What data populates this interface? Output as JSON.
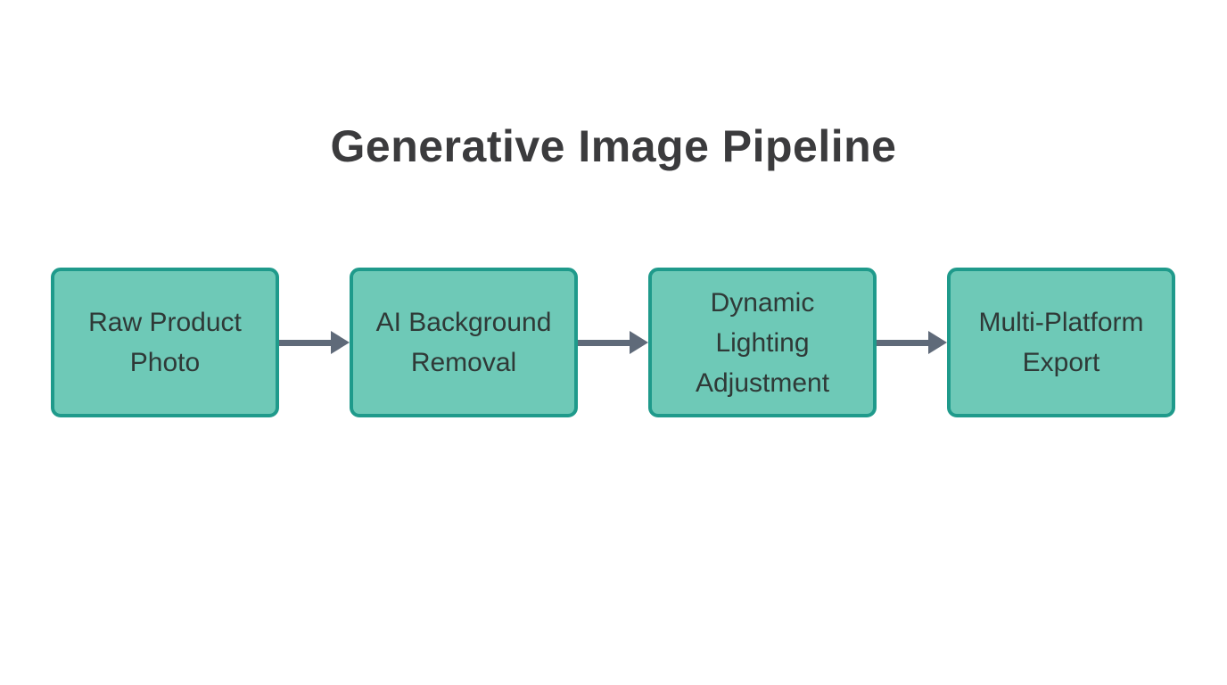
{
  "theme": {
    "bg": "#ffffff",
    "box_fill": "#6ec9b7",
    "box_border": "#1f9a8b",
    "box_text": "#2f3937",
    "arrow": "#5f6a79",
    "title": "#3b3b3d"
  },
  "title": {
    "text": "Generative Image Pipeline"
  },
  "diagram": {
    "type": "flowchart",
    "direction": "left-to-right",
    "nodes": [
      {
        "id": "raw-product-photo",
        "label": "Raw Product Photo"
      },
      {
        "id": "ai-background-removal",
        "label": "AI Background Removal"
      },
      {
        "id": "dynamic-lighting-adjustment",
        "label": "Dynamic Lighting Adjustment"
      },
      {
        "id": "multi-platform-export",
        "label": "Multi-Platform Export"
      }
    ],
    "edges": [
      {
        "from": "raw-product-photo",
        "to": "ai-background-removal"
      },
      {
        "from": "ai-background-removal",
        "to": "dynamic-lighting-adjustment"
      },
      {
        "from": "dynamic-lighting-adjustment",
        "to": "multi-platform-export"
      }
    ]
  }
}
